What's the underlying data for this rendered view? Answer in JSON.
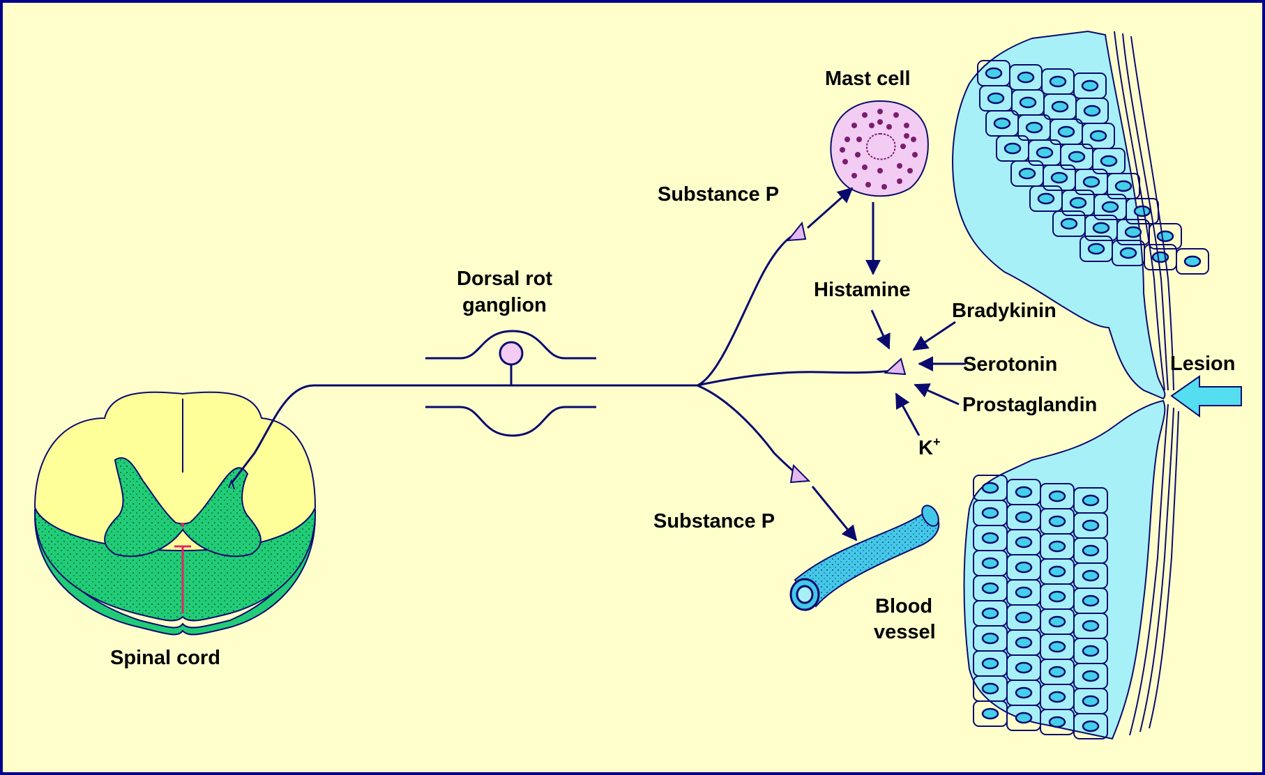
{
  "labels": {
    "spinal_cord": "Spinal cord",
    "drg_line1": "Dorsal rot",
    "drg_line2": "ganglion",
    "mast_cell": "Mast cell",
    "substance_p_top": "Substance P",
    "substance_p_bottom": "Substance P",
    "histamine": "Histamine",
    "bradykinin": "Bradykinin",
    "serotonin": "Serotonin",
    "prostaglandin": "Prostaglandin",
    "k_base": "K",
    "k_sup": "+",
    "lesion": "Lesion",
    "blood_line1": "Blood",
    "blood_line2": "vessel"
  },
  "colors": {
    "background": "#FFFFCC",
    "border": "#00008B",
    "nerve": "#0A0A6E",
    "white_matter": "#FFFF99",
    "grey_matter": "#22CC77",
    "mast_cell": "#F2CCF2",
    "mast_granule": "#7A1E6E",
    "skin": "#A8F0F8",
    "nucleus": "#44D0E8",
    "terminal": "#E6B8F0",
    "vessel": "#44C8E8",
    "lesion_arrow": "#55DDF0"
  }
}
